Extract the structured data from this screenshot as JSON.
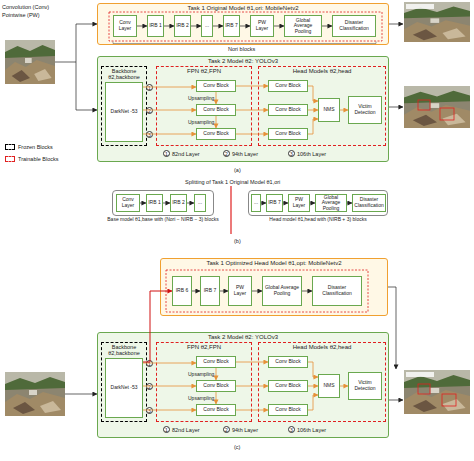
{
  "diagram": {
    "nodes": [
      {
        "text": [
          "Task 1 Original Model θ1,ori: MobileNetv2"
        ]
      },
      {
        "text": [
          "Conv Layer"
        ],
        "in": 0
      },
      {
        "text": [
          "IRB 1"
        ],
        "in": 0
      },
      {
        "text": [
          "IRB 2"
        ],
        "in": 0
      },
      {
        "text": [
          "..."
        ],
        "in": 0
      },
      {
        "text": [
          "IRB 7"
        ],
        "in": 0
      },
      {
        "text": [
          "PW Layer"
        ],
        "in": 0
      },
      {
        "text": [
          "Global Average Pooling"
        ],
        "in": 0
      },
      {
        "text": [
          "Disaster Classification"
        ],
        "in": 0
      },
      {
        "text": [
          "Task 2 Model θ2: YOLOv3"
        ]
      },
      {
        "text": [
          "Backbone θ2,backbone"
        ],
        "in": 9
      },
      {
        "text": [
          "DarkNet -53"
        ],
        "in": 10
      },
      {
        "text": [
          "FPN θ2,FPN"
        ],
        "in": 9
      },
      {
        "text": [
          "Conv Block"
        ],
        "in": 12
      },
      {
        "text": [
          "Conv Block"
        ],
        "in": 12
      },
      {
        "text": [
          "Conv Block"
        ],
        "in": 12
      },
      {
        "text": [
          "Head Models θ2,head"
        ],
        "in": 9
      },
      {
        "text": [
          "Conv Block"
        ],
        "in": 16
      },
      {
        "text": [
          "Conv Block"
        ],
        "in": 16
      },
      {
        "text": [
          "Conv Block"
        ],
        "in": 16
      },
      {
        "text": [
          "NMS"
        ],
        "in": 16
      },
      {
        "text": [
          "Victim Detection"
        ],
        "in": 16
      },
      {
        "text": [
          "Base model θ1,base with (Nori − NIRB − 3) blocks"
        ]
      },
      {
        "text": [
          "Conv Layer"
        ],
        "in": 22
      },
      {
        "text": [
          "IRB 1"
        ],
        "in": 22
      },
      {
        "text": [
          "IRB 2"
        ],
        "in": 22
      },
      {
        "text": [
          "..."
        ],
        "in": 22
      },
      {
        "text": [
          "Head model θ1,head with (NIRB + 3) blocks"
        ]
      },
      {
        "text": [
          "..."
        ],
        "in": 27
      },
      {
        "text": [
          "IRB 7"
        ],
        "in": 27
      },
      {
        "text": [
          "PW Layer"
        ],
        "in": 27
      },
      {
        "text": [
          "Global Average Pooling"
        ],
        "in": 27
      },
      {
        "text": [
          "Disaster Classification"
        ],
        "in": 27
      },
      {
        "text": [
          "Task 1 Optimized Head Model θ1,opt: MobileNetv2"
        ]
      },
      {
        "text": [
          "IRB 6"
        ],
        "in": 33
      },
      {
        "text": [
          "IRB 7"
        ],
        "in": 33
      },
      {
        "text": [
          "PW Layer"
        ],
        "in": 33
      },
      {
        "text": [
          "Global Average Pooling"
        ],
        "in": 33
      },
      {
        "text": [
          "Disaster Classification"
        ],
        "in": 33
      },
      {
        "text": [
          "Task 2 Model θ2: YOLOv3"
        ]
      },
      {
        "text": [
          "Backbone θ2,backbone"
        ],
        "in": 39
      },
      {
        "text": [
          "DarkNet -53"
        ],
        "in": 40
      },
      {
        "text": [
          "FPN θ2,FPN"
        ],
        "in": 39
      },
      {
        "text": [
          "Conv Block"
        ],
        "in": 42
      },
      {
        "text": [
          "Conv Block"
        ],
        "in": 42
      },
      {
        "text": [
          "Conv Block"
        ],
        "in": 42
      },
      {
        "text": [
          "Head Models θ2,head"
        ],
        "in": 39
      },
      {
        "text": [
          "Conv Block"
        ],
        "in": 46
      },
      {
        "text": [
          "Conv Block"
        ],
        "in": 46
      },
      {
        "text": [
          "Conv Block"
        ],
        "in": 46
      },
      {
        "text": [
          "NMS"
        ],
        "in": 46
      },
      {
        "text": [
          "Victim Detection"
        ],
        "in": 46
      }
    ],
    "edges": [
      {
        "from": 1,
        "to": 2,
        "arrow": "to"
      },
      {
        "from": 2,
        "to": 3,
        "arrow": "to"
      },
      {
        "from": 3,
        "to": 4,
        "arrow": "to"
      },
      {
        "from": 4,
        "to": 5,
        "arrow": "to"
      },
      {
        "from": 5,
        "to": 6,
        "arrow": "to"
      },
      {
        "from": 6,
        "to": 7,
        "arrow": "to"
      },
      {
        "from": 7,
        "to": 8,
        "arrow": "to"
      },
      {
        "from": 11,
        "to": 13,
        "arrow": "to"
      },
      {
        "from": 11,
        "to": 14,
        "arrow": "to"
      },
      {
        "from": 11,
        "to": 15,
        "arrow": "to"
      },
      {
        "from": 13,
        "to": 14,
        "label": "Upsampling",
        "arrow": "to"
      },
      {
        "from": 14,
        "to": 15,
        "label": "Upsampling",
        "arrow": "to"
      },
      {
        "from": 13,
        "to": 17,
        "arrow": "to"
      },
      {
        "from": 14,
        "to": 18,
        "arrow": "to"
      },
      {
        "from": 15,
        "to": 19,
        "arrow": "to"
      },
      {
        "from": 17,
        "to": 20,
        "arrow": "to"
      },
      {
        "from": 18,
        "to": 20,
        "arrow": "to"
      },
      {
        "from": 19,
        "to": 20,
        "arrow": "to"
      },
      {
        "from": 20,
        "to": 21,
        "arrow": "to"
      },
      {
        "from": 23,
        "to": 24,
        "arrow": "to"
      },
      {
        "from": 24,
        "to": 25,
        "arrow": "to"
      },
      {
        "from": 25,
        "to": 26,
        "arrow": "to"
      },
      {
        "from": 28,
        "to": 29,
        "arrow": "to"
      },
      {
        "from": 29,
        "to": 30,
        "arrow": "to"
      },
      {
        "from": 30,
        "to": 31,
        "arrow": "to"
      },
      {
        "from": 31,
        "to": 32,
        "arrow": "to"
      },
      {
        "from": 34,
        "to": 35,
        "arrow": "to"
      },
      {
        "from": 35,
        "to": 36,
        "arrow": "to"
      },
      {
        "from": 36,
        "to": 37,
        "arrow": "to"
      },
      {
        "from": 37,
        "to": 38,
        "arrow": "to"
      },
      {
        "from": 41,
        "to": 43,
        "arrow": "to"
      },
      {
        "from": 41,
        "to": 44,
        "arrow": "to"
      },
      {
        "from": 41,
        "to": 45,
        "arrow": "to"
      },
      {
        "from": 43,
        "to": 44,
        "label": "Upsampling",
        "arrow": "to"
      },
      {
        "from": 44,
        "to": 45,
        "label": "Upsampling",
        "arrow": "to"
      },
      {
        "from": 43,
        "to": 47,
        "arrow": "to"
      },
      {
        "from": 44,
        "to": 48,
        "arrow": "to"
      },
      {
        "from": 45,
        "to": 49,
        "arrow": "to"
      },
      {
        "from": 47,
        "to": 50,
        "arrow": "to"
      },
      {
        "from": 48,
        "to": 50,
        "arrow": "to"
      },
      {
        "from": 49,
        "to": 50,
        "arrow": "to"
      },
      {
        "from": 50,
        "to": 51,
        "arrow": "to"
      },
      {
        "from": 41,
        "to": 34,
        "arrow": "to"
      }
    ],
    "labels": [
      "Convolution (Conv)",
      "Pointwise (PW)",
      "Nori blocks",
      "1",
      "2",
      "3",
      "1",
      "82nd Layer",
      "2",
      "94th Layer",
      "3",
      "106th Layer",
      "(a)",
      "Splitting of Task 1 Original Model θ1,ori",
      "(b)",
      "1",
      "2",
      "3",
      "1",
      "82nd Layer",
      "2",
      "94th Layer",
      "3",
      "106th Layer",
      "(c)"
    ],
    "legend": [
      {
        "text": "Frozen Blocks"
      },
      {
        "text": "Trainable Blocks"
      }
    ]
  }
}
